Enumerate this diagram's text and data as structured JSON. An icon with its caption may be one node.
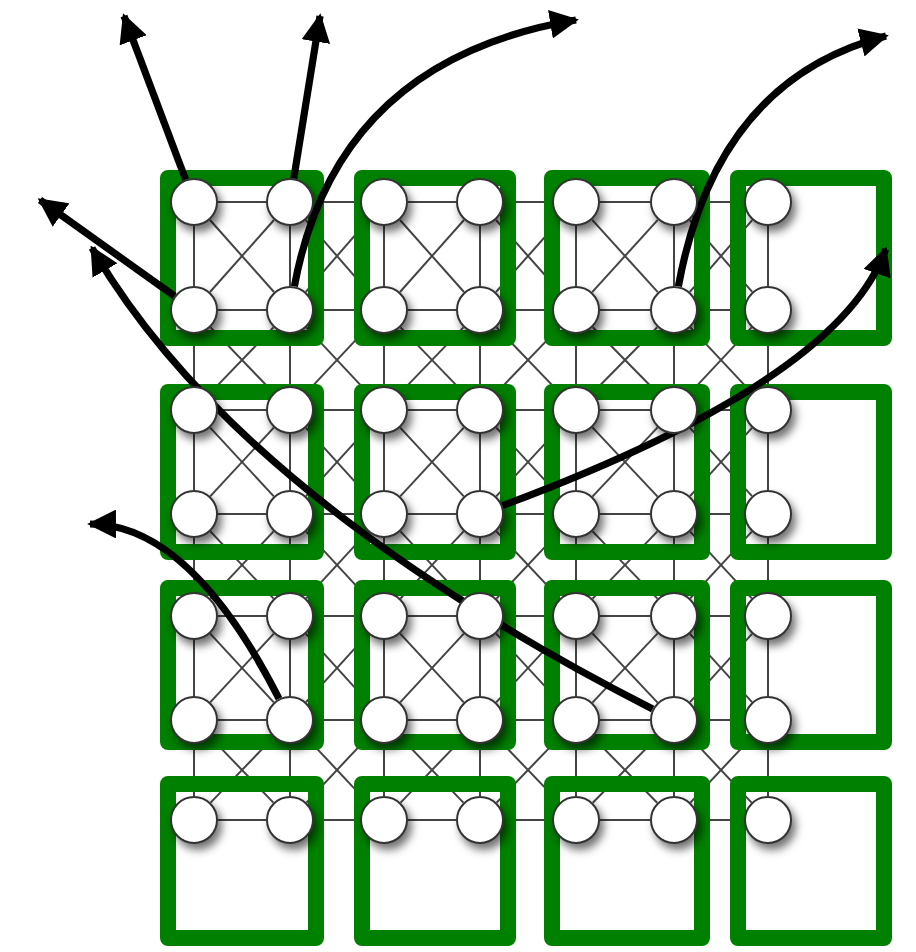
{
  "diagram": {
    "nodes": [
      {
        "text": [],
        "shape": "box"
      },
      {
        "text": [],
        "shape": "circle",
        "in": 0
      },
      {
        "text": [],
        "shape": "circle",
        "in": 0
      },
      {
        "text": [],
        "shape": "circle",
        "in": 0
      },
      {
        "text": [],
        "shape": "circle",
        "in": 0
      },
      {
        "text": [],
        "shape": "box"
      },
      {
        "text": [],
        "shape": "circle",
        "in": 5
      },
      {
        "text": [],
        "shape": "circle",
        "in": 5
      },
      {
        "text": [],
        "shape": "circle",
        "in": 5
      },
      {
        "text": [],
        "shape": "circle",
        "in": 5
      },
      {
        "text": [],
        "shape": "box"
      },
      {
        "text": [],
        "shape": "circle",
        "in": 10
      },
      {
        "text": [],
        "shape": "circle",
        "in": 10
      },
      {
        "text": [],
        "shape": "circle",
        "in": 10
      },
      {
        "text": [],
        "shape": "circle",
        "in": 10
      },
      {
        "text": [],
        "shape": "box"
      },
      {
        "text": [],
        "shape": "circle",
        "in": 15
      },
      {
        "text": [],
        "shape": "circle",
        "in": 15
      },
      {
        "text": [],
        "shape": "box"
      },
      {
        "text": [],
        "shape": "circle",
        "in": 18
      },
      {
        "text": [],
        "shape": "circle",
        "in": 18
      },
      {
        "text": [],
        "shape": "circle",
        "in": 18
      },
      {
        "text": [],
        "shape": "circle",
        "in": 18
      },
      {
        "text": [],
        "shape": "box"
      },
      {
        "text": [],
        "shape": "circle",
        "in": 23
      },
      {
        "text": [],
        "shape": "circle",
        "in": 23
      },
      {
        "text": [],
        "shape": "circle",
        "in": 23
      },
      {
        "text": [],
        "shape": "circle",
        "in": 23
      },
      {
        "text": [],
        "shape": "box"
      },
      {
        "text": [],
        "shape": "circle",
        "in": 28
      },
      {
        "text": [],
        "shape": "circle",
        "in": 28
      },
      {
        "text": [],
        "shape": "circle",
        "in": 28
      },
      {
        "text": [],
        "shape": "circle",
        "in": 28
      },
      {
        "text": [],
        "shape": "box"
      },
      {
        "text": [],
        "shape": "circle",
        "in": 33
      },
      {
        "text": [],
        "shape": "circle",
        "in": 33
      },
      {
        "text": [],
        "shape": "box"
      },
      {
        "text": [],
        "shape": "circle",
        "in": 36
      },
      {
        "text": [],
        "shape": "circle",
        "in": 36
      },
      {
        "text": [],
        "shape": "circle",
        "in": 36
      },
      {
        "text": [],
        "shape": "circle",
        "in": 36
      },
      {
        "text": [],
        "shape": "box"
      },
      {
        "text": [],
        "shape": "circle",
        "in": 41
      },
      {
        "text": [],
        "shape": "circle",
        "in": 41
      },
      {
        "text": [],
        "shape": "circle",
        "in": 41
      },
      {
        "text": [],
        "shape": "circle",
        "in": 41
      },
      {
        "text": [],
        "shape": "box"
      },
      {
        "text": [],
        "shape": "circle",
        "in": 46
      },
      {
        "text": [],
        "shape": "circle",
        "in": 46
      },
      {
        "text": [],
        "shape": "circle",
        "in": 46
      },
      {
        "text": [],
        "shape": "circle",
        "in": 46
      },
      {
        "text": [],
        "shape": "box"
      },
      {
        "text": [],
        "shape": "circle",
        "in": 51
      },
      {
        "text": [],
        "shape": "circle",
        "in": 51
      },
      {
        "text": [],
        "shape": "box"
      },
      {
        "text": [],
        "shape": "circle",
        "in": 54
      },
      {
        "text": [],
        "shape": "circle",
        "in": 54
      },
      {
        "text": [],
        "shape": "box"
      },
      {
        "text": [],
        "shape": "circle",
        "in": 57
      },
      {
        "text": [],
        "shape": "circle",
        "in": 57
      },
      {
        "text": [],
        "shape": "box"
      },
      {
        "text": [],
        "shape": "circle",
        "in": 60
      },
      {
        "text": [],
        "shape": "circle",
        "in": 60
      },
      {
        "text": [],
        "shape": "box"
      },
      {
        "text": [],
        "shape": "circle",
        "in": 63
      }
    ],
    "edges": [
      {
        "from": 1,
        "to": 2,
        "arrow": "none"
      },
      {
        "from": 2,
        "to": 6,
        "arrow": "none"
      },
      {
        "from": 6,
        "to": 7,
        "arrow": "none"
      },
      {
        "from": 7,
        "to": 11,
        "arrow": "none"
      },
      {
        "from": 11,
        "to": 12,
        "arrow": "none"
      },
      {
        "from": 12,
        "to": 16,
        "arrow": "none"
      },
      {
        "from": 3,
        "to": 4,
        "arrow": "none"
      },
      {
        "from": 4,
        "to": 8,
        "arrow": "none"
      },
      {
        "from": 8,
        "to": 9,
        "arrow": "none"
      },
      {
        "from": 9,
        "to": 13,
        "arrow": "none"
      },
      {
        "from": 13,
        "to": 14,
        "arrow": "none"
      },
      {
        "from": 14,
        "to": 17,
        "arrow": "none"
      },
      {
        "from": 19,
        "to": 20,
        "arrow": "none"
      },
      {
        "from": 20,
        "to": 24,
        "arrow": "none"
      },
      {
        "from": 24,
        "to": 25,
        "arrow": "none"
      },
      {
        "from": 25,
        "to": 29,
        "arrow": "none"
      },
      {
        "from": 29,
        "to": 30,
        "arrow": "none"
      },
      {
        "from": 30,
        "to": 34,
        "arrow": "none"
      },
      {
        "from": 21,
        "to": 22,
        "arrow": "none"
      },
      {
        "from": 22,
        "to": 26,
        "arrow": "none"
      },
      {
        "from": 26,
        "to": 27,
        "arrow": "none"
      },
      {
        "from": 27,
        "to": 31,
        "arrow": "none"
      },
      {
        "from": 31,
        "to": 32,
        "arrow": "none"
      },
      {
        "from": 32,
        "to": 35,
        "arrow": "none"
      },
      {
        "from": 37,
        "to": 38,
        "arrow": "none"
      },
      {
        "from": 38,
        "to": 42,
        "arrow": "none"
      },
      {
        "from": 42,
        "to": 43,
        "arrow": "none"
      },
      {
        "from": 43,
        "to": 47,
        "arrow": "none"
      },
      {
        "from": 47,
        "to": 48,
        "arrow": "none"
      },
      {
        "from": 48,
        "to": 52,
        "arrow": "none"
      },
      {
        "from": 39,
        "to": 40,
        "arrow": "none"
      },
      {
        "from": 40,
        "to": 44,
        "arrow": "none"
      },
      {
        "from": 44,
        "to": 45,
        "arrow": "none"
      },
      {
        "from": 45,
        "to": 49,
        "arrow": "none"
      },
      {
        "from": 49,
        "to": 50,
        "arrow": "none"
      },
      {
        "from": 50,
        "to": 53,
        "arrow": "none"
      },
      {
        "from": 55,
        "to": 56,
        "arrow": "none"
      },
      {
        "from": 56,
        "to": 58,
        "arrow": "none"
      },
      {
        "from": 58,
        "to": 59,
        "arrow": "none"
      },
      {
        "from": 59,
        "to": 61,
        "arrow": "none"
      },
      {
        "from": 61,
        "to": 62,
        "arrow": "none"
      },
      {
        "from": 62,
        "to": 64,
        "arrow": "none"
      },
      {
        "from": 1,
        "to": 3,
        "arrow": "none"
      },
      {
        "from": 2,
        "to": 4,
        "arrow": "none"
      },
      {
        "from": 6,
        "to": 8,
        "arrow": "none"
      },
      {
        "from": 7,
        "to": 9,
        "arrow": "none"
      },
      {
        "from": 11,
        "to": 13,
        "arrow": "none"
      },
      {
        "from": 12,
        "to": 14,
        "arrow": "none"
      },
      {
        "from": 16,
        "to": 17,
        "arrow": "none"
      },
      {
        "from": 3,
        "to": 19,
        "arrow": "none"
      },
      {
        "from": 4,
        "to": 20,
        "arrow": "none"
      },
      {
        "from": 8,
        "to": 24,
        "arrow": "none"
      },
      {
        "from": 9,
        "to": 25,
        "arrow": "none"
      },
      {
        "from": 13,
        "to": 29,
        "arrow": "none"
      },
      {
        "from": 14,
        "to": 30,
        "arrow": "none"
      },
      {
        "from": 17,
        "to": 34,
        "arrow": "none"
      },
      {
        "from": 19,
        "to": 21,
        "arrow": "none"
      },
      {
        "from": 20,
        "to": 22,
        "arrow": "none"
      },
      {
        "from": 24,
        "to": 26,
        "arrow": "none"
      },
      {
        "from": 25,
        "to": 27,
        "arrow": "none"
      },
      {
        "from": 29,
        "to": 31,
        "arrow": "none"
      },
      {
        "from": 30,
        "to": 32,
        "arrow": "none"
      },
      {
        "from": 34,
        "to": 35,
        "arrow": "none"
      },
      {
        "from": 21,
        "to": 37,
        "arrow": "none"
      },
      {
        "from": 22,
        "to": 38,
        "arrow": "none"
      },
      {
        "from": 26,
        "to": 42,
        "arrow": "none"
      },
      {
        "from": 27,
        "to": 43,
        "arrow": "none"
      },
      {
        "from": 31,
        "to": 47,
        "arrow": "none"
      },
      {
        "from": 32,
        "to": 48,
        "arrow": "none"
      },
      {
        "from": 35,
        "to": 52,
        "arrow": "none"
      },
      {
        "from": 37,
        "to": 39,
        "arrow": "none"
      },
      {
        "from": 38,
        "to": 40,
        "arrow": "none"
      },
      {
        "from": 42,
        "to": 44,
        "arrow": "none"
      },
      {
        "from": 43,
        "to": 45,
        "arrow": "none"
      },
      {
        "from": 47,
        "to": 49,
        "arrow": "none"
      },
      {
        "from": 48,
        "to": 50,
        "arrow": "none"
      },
      {
        "from": 52,
        "to": 53,
        "arrow": "none"
      },
      {
        "from": 39,
        "to": 55,
        "arrow": "none"
      },
      {
        "from": 40,
        "to": 56,
        "arrow": "none"
      },
      {
        "from": 44,
        "to": 58,
        "arrow": "none"
      },
      {
        "from": 45,
        "to": 59,
        "arrow": "none"
      },
      {
        "from": 49,
        "to": 61,
        "arrow": "none"
      },
      {
        "from": 50,
        "to": 62,
        "arrow": "none"
      },
      {
        "from": 53,
        "to": 64,
        "arrow": "none"
      },
      {
        "from": 1,
        "to": 4,
        "arrow": "none"
      },
      {
        "from": 2,
        "to": 3,
        "arrow": "none"
      },
      {
        "from": 2,
        "to": 8,
        "arrow": "none"
      },
      {
        "from": 6,
        "to": 4,
        "arrow": "none"
      },
      {
        "from": 6,
        "to": 9,
        "arrow": "none"
      },
      {
        "from": 7,
        "to": 8,
        "arrow": "none"
      },
      {
        "from": 7,
        "to": 13,
        "arrow": "none"
      },
      {
        "from": 11,
        "to": 9,
        "arrow": "none"
      },
      {
        "from": 11,
        "to": 14,
        "arrow": "none"
      },
      {
        "from": 12,
        "to": 13,
        "arrow": "none"
      },
      {
        "from": 12,
        "to": 17,
        "arrow": "none"
      },
      {
        "from": 16,
        "to": 14,
        "arrow": "none"
      },
      {
        "from": 3,
        "to": 20,
        "arrow": "none"
      },
      {
        "from": 4,
        "to": 19,
        "arrow": "none"
      },
      {
        "from": 4,
        "to": 24,
        "arrow": "none"
      },
      {
        "from": 8,
        "to": 20,
        "arrow": "none"
      },
      {
        "from": 8,
        "to": 25,
        "arrow": "none"
      },
      {
        "from": 9,
        "to": 24,
        "arrow": "none"
      },
      {
        "from": 9,
        "to": 29,
        "arrow": "none"
      },
      {
        "from": 13,
        "to": 25,
        "arrow": "none"
      },
      {
        "from": 13,
        "to": 30,
        "arrow": "none"
      },
      {
        "from": 14,
        "to": 29,
        "arrow": "none"
      },
      {
        "from": 14,
        "to": 34,
        "arrow": "none"
      },
      {
        "from": 17,
        "to": 30,
        "arrow": "none"
      },
      {
        "from": 19,
        "to": 22,
        "arrow": "none"
      },
      {
        "from": 20,
        "to": 21,
        "arrow": "none"
      },
      {
        "from": 20,
        "to": 26,
        "arrow": "none"
      },
      {
        "from": 24,
        "to": 22,
        "arrow": "none"
      },
      {
        "from": 24,
        "to": 27,
        "arrow": "none"
      },
      {
        "from": 25,
        "to": 26,
        "arrow": "none"
      },
      {
        "from": 25,
        "to": 31,
        "arrow": "none"
      },
      {
        "from": 29,
        "to": 27,
        "arrow": "none"
      },
      {
        "from": 29,
        "to": 32,
        "arrow": "none"
      },
      {
        "from": 30,
        "to": 31,
        "arrow": "none"
      },
      {
        "from": 30,
        "to": 35,
        "arrow": "none"
      },
      {
        "from": 34,
        "to": 32,
        "arrow": "none"
      },
      {
        "from": 21,
        "to": 38,
        "arrow": "none"
      },
      {
        "from": 22,
        "to": 37,
        "arrow": "none"
      },
      {
        "from": 22,
        "to": 42,
        "arrow": "none"
      },
      {
        "from": 26,
        "to": 38,
        "arrow": "none"
      },
      {
        "from": 26,
        "to": 43,
        "arrow": "none"
      },
      {
        "from": 27,
        "to": 42,
        "arrow": "none"
      },
      {
        "from": 27,
        "to": 47,
        "arrow": "none"
      },
      {
        "from": 31,
        "to": 43,
        "arrow": "none"
      },
      {
        "from": 31,
        "to": 48,
        "arrow": "none"
      },
      {
        "from": 32,
        "to": 47,
        "arrow": "none"
      },
      {
        "from": 32,
        "to": 52,
        "arrow": "none"
      },
      {
        "from": 35,
        "to": 48,
        "arrow": "none"
      },
      {
        "from": 37,
        "to": 40,
        "arrow": "none"
      },
      {
        "from": 38,
        "to": 39,
        "arrow": "none"
      },
      {
        "from": 38,
        "to": 44,
        "arrow": "none"
      },
      {
        "from": 42,
        "to": 40,
        "arrow": "none"
      },
      {
        "from": 42,
        "to": 45,
        "arrow": "none"
      },
      {
        "from": 43,
        "to": 44,
        "arrow": "none"
      },
      {
        "from": 43,
        "to": 49,
        "arrow": "none"
      },
      {
        "from": 47,
        "to": 45,
        "arrow": "none"
      },
      {
        "from": 47,
        "to": 50,
        "arrow": "none"
      },
      {
        "from": 48,
        "to": 49,
        "arrow": "none"
      },
      {
        "from": 48,
        "to": 53,
        "arrow": "none"
      },
      {
        "from": 52,
        "to": 50,
        "arrow": "none"
      },
      {
        "from": 39,
        "to": 56,
        "arrow": "none"
      },
      {
        "from": 40,
        "to": 55,
        "arrow": "none"
      },
      {
        "from": 40,
        "to": 58,
        "arrow": "none"
      },
      {
        "from": 44,
        "to": 56,
        "arrow": "none"
      },
      {
        "from": 44,
        "to": 59,
        "arrow": "none"
      },
      {
        "from": 45,
        "to": 58,
        "arrow": "none"
      },
      {
        "from": 45,
        "to": 61,
        "arrow": "none"
      },
      {
        "from": 49,
        "to": 59,
        "arrow": "none"
      },
      {
        "from": 49,
        "to": 62,
        "arrow": "none"
      },
      {
        "from": 50,
        "to": 61,
        "arrow": "none"
      },
      {
        "from": 50,
        "to": 64,
        "arrow": "none"
      },
      {
        "from": 53,
        "to": 62,
        "arrow": "none"
      },
      {
        "from": 1,
        "to": null,
        "arrow": "to",
        "style": "thick"
      },
      {
        "from": 2,
        "to": null,
        "arrow": "to",
        "style": "thick"
      },
      {
        "from": 4,
        "to": null,
        "arrow": "to",
        "style": "thick"
      },
      {
        "from": 3,
        "to": null,
        "arrow": "to",
        "style": "thick"
      },
      {
        "from": 14,
        "to": null,
        "arrow": "to",
        "style": "thick"
      },
      {
        "from": 27,
        "to": 15,
        "arrow": "to",
        "style": "thick"
      },
      {
        "from": 40,
        "to": null,
        "arrow": "to",
        "style": "thick"
      },
      {
        "from": 50,
        "to": null,
        "arrow": "to",
        "style": "thick"
      }
    ]
  }
}
